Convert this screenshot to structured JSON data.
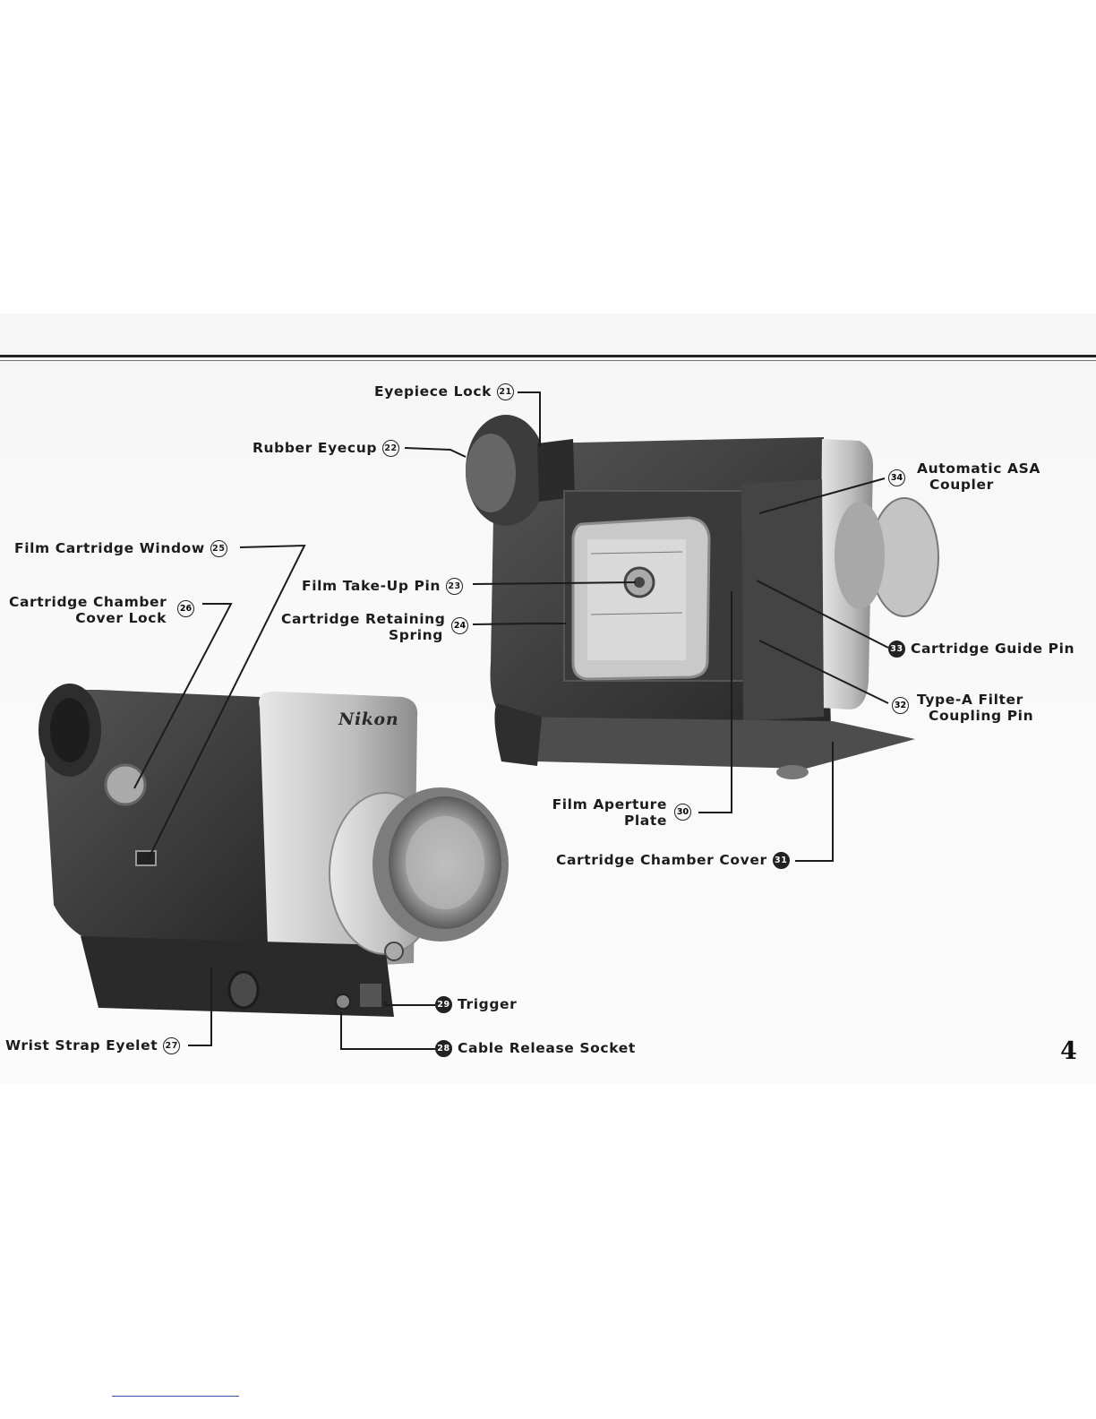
{
  "page": {
    "number": "4"
  },
  "logo_text": "Nikon",
  "callouts": [
    {
      "id": "21",
      "text": "Eyepiece Lock"
    },
    {
      "id": "22",
      "text": "Rubber Eyecup"
    },
    {
      "id": "23",
      "text": "Film Take-Up Pin"
    },
    {
      "id": "24",
      "line1": "Cartridge Retaining",
      "line2": "Spring"
    },
    {
      "id": "25",
      "text": "Film Cartridge Window"
    },
    {
      "id": "26",
      "line1": "Cartridge Chamber",
      "line2": "Cover Lock"
    },
    {
      "id": "27",
      "text": "Wrist Strap Eyelet"
    },
    {
      "id": "28",
      "text": "Cable Release Socket"
    },
    {
      "id": "29",
      "text": "Trigger"
    },
    {
      "id": "30",
      "line1": "Film Aperture",
      "line2": "Plate"
    },
    {
      "id": "31",
      "text": "Cartridge Chamber Cover"
    },
    {
      "id": "32",
      "line1": "Type-A Filter",
      "line2": "Coupling Pin"
    },
    {
      "id": "33",
      "text": "Cartridge Guide Pin"
    },
    {
      "id": "34",
      "line1": "Automatic ASA",
      "line2": "Coupler"
    }
  ],
  "colors": {
    "ink": "#1c1c1c",
    "body_dark": "#3a3a3a",
    "body_light": "#cfcfcf",
    "paper": "#ffffff"
  }
}
